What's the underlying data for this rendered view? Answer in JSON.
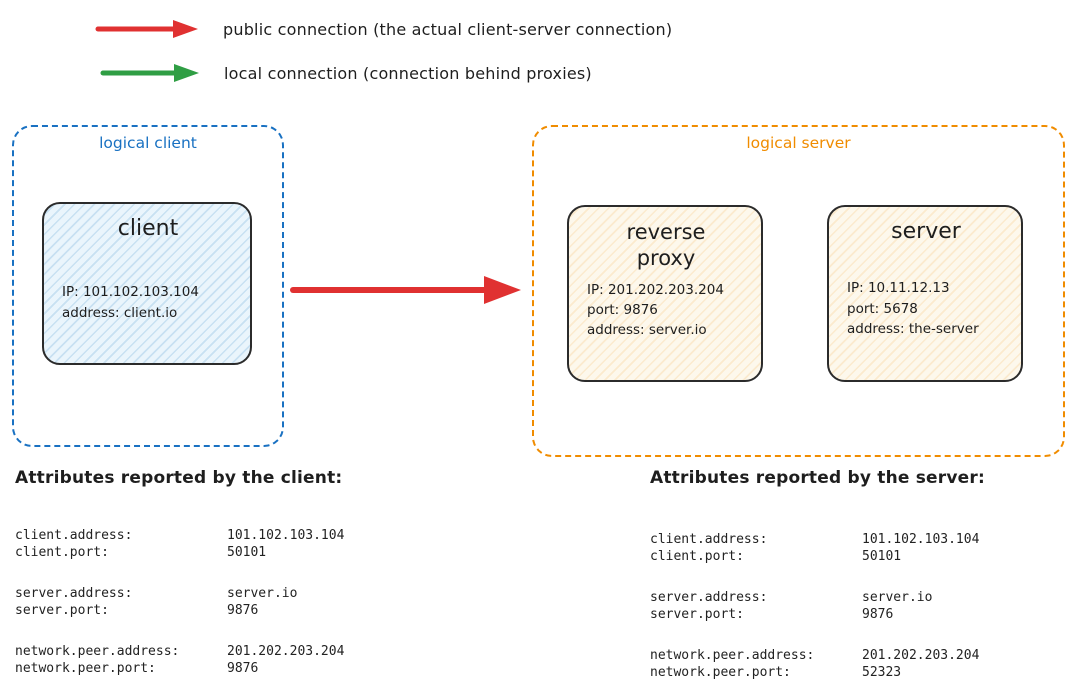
{
  "legend": {
    "items": [
      {
        "id": "public-connection",
        "color": "#e03131",
        "label": "public connection (the actual client-server connection)"
      },
      {
        "id": "local-connection",
        "color": "#2f9e44",
        "label": "local connection (connection behind proxies)"
      }
    ]
  },
  "groups": {
    "client": {
      "label": "logical client",
      "border_color": "#1971c2",
      "node": {
        "title": "client",
        "fill": "#eaf5fc",
        "lines": [
          "IP: 101.102.103.104",
          "address: client.io"
        ]
      }
    },
    "server": {
      "label": "logical server",
      "border_color": "#f08c00",
      "nodes": [
        {
          "title": "reverse proxy",
          "fill": "#fdf8ec",
          "lines": [
            "IP: 201.202.203.204",
            "port: 9876",
            "address: server.io"
          ]
        },
        {
          "title": "server",
          "fill": "#fdf8ec",
          "lines": [
            "IP: 10.11.12.13",
            "port: 5678",
            "address: the-server"
          ]
        }
      ]
    }
  },
  "attributes": {
    "client": {
      "title": "Attributes reported by the client:",
      "rows": [
        {
          "key": "client.address:",
          "value": "101.102.103.104"
        },
        {
          "key": "client.port:",
          "value": "50101"
        },
        {
          "key": "server.address:",
          "value": "server.io"
        },
        {
          "key": "server.port:",
          "value": "9876"
        },
        {
          "key": "network.peer.address:",
          "value": "201.202.203.204"
        },
        {
          "key": "network.peer.port:",
          "value": "9876"
        }
      ]
    },
    "server": {
      "title": "Attributes reported by the server:",
      "rows": [
        {
          "key": "client.address:",
          "value": "101.102.103.104"
        },
        {
          "key": "client.port:",
          "value": "50101"
        },
        {
          "key": "server.address:",
          "value": "server.io"
        },
        {
          "key": "server.port:",
          "value": "9876"
        },
        {
          "key": "network.peer.address:",
          "value": "201.202.203.204"
        },
        {
          "key": "network.peer.port:",
          "value": "52323"
        }
      ]
    }
  }
}
